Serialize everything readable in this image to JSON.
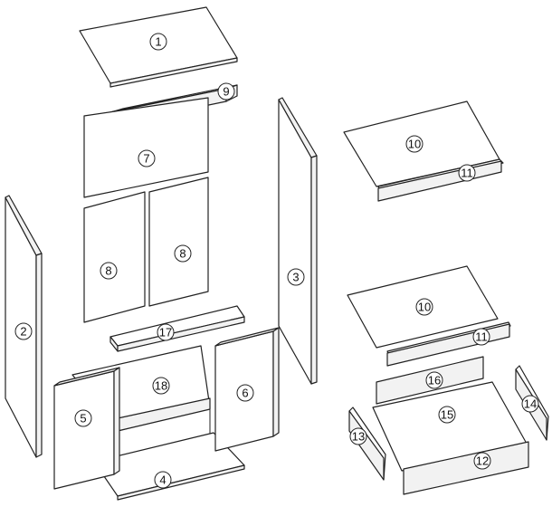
{
  "parts": [
    {
      "id": "part-1",
      "number": "1"
    },
    {
      "id": "part-2",
      "number": "2"
    },
    {
      "id": "part-3",
      "number": "3"
    },
    {
      "id": "part-4",
      "number": "4"
    },
    {
      "id": "part-5",
      "number": "5"
    },
    {
      "id": "part-6",
      "number": "6"
    },
    {
      "id": "part-7",
      "number": "7"
    },
    {
      "id": "part-8a",
      "number": "8"
    },
    {
      "id": "part-8b",
      "number": "8"
    },
    {
      "id": "part-9",
      "number": "9"
    },
    {
      "id": "part-10a",
      "number": "10"
    },
    {
      "id": "part-10b",
      "number": "10"
    },
    {
      "id": "part-11a",
      "number": "11"
    },
    {
      "id": "part-11b",
      "number": "11"
    },
    {
      "id": "part-12",
      "number": "12"
    },
    {
      "id": "part-13",
      "number": "13"
    },
    {
      "id": "part-14",
      "number": "14"
    },
    {
      "id": "part-15",
      "number": "15"
    },
    {
      "id": "part-16",
      "number": "16"
    },
    {
      "id": "part-17",
      "number": "17"
    },
    {
      "id": "part-18",
      "number": "18"
    }
  ]
}
